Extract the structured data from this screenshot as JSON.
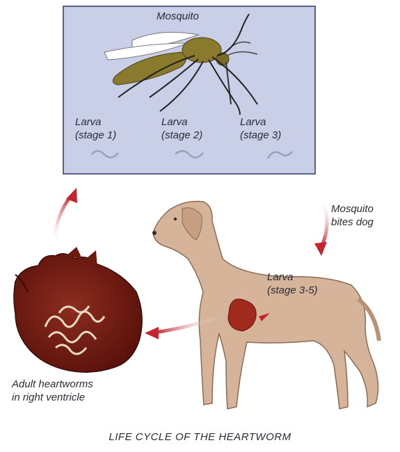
{
  "mosquito_panel": {
    "title": "Mosquito",
    "larvae": [
      {
        "line1": "Larva",
        "line2": "(stage 1)"
      },
      {
        "line1": "Larva",
        "line2": "(stage 2)"
      },
      {
        "line1": "Larva",
        "line2": "(stage 3)"
      }
    ]
  },
  "transmission": {
    "line1": "Mosquito",
    "line2": "bites dog"
  },
  "dog_larva": {
    "line1": "Larva",
    "line2": "(stage 3-5)"
  },
  "heart_label": {
    "line1": "Adult heartworms",
    "line2": "in right ventricle"
  },
  "caption": "LIFE CYCLE OF THE HEARTWORM",
  "colors": {
    "panel_fill": "#c9cfe6",
    "panel_border": "#5a5f8c",
    "dog": "#d5b49a",
    "dog_outline": "#8a6a55",
    "heart": "#7a1f14",
    "arrow": "#c3262f"
  }
}
